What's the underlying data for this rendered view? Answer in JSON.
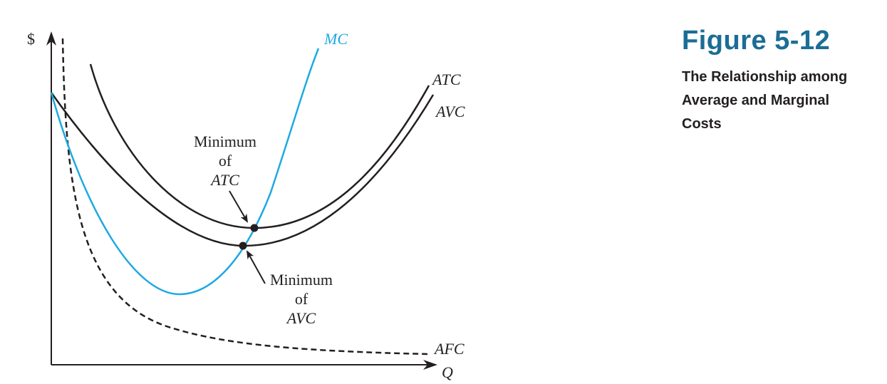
{
  "figure": {
    "number": "Figure 5-12",
    "caption": "The Relationship among Average and Marginal Costs"
  },
  "axes": {
    "y_label": "$",
    "x_label": "Q"
  },
  "curves": {
    "mc": "MC",
    "atc": "ATC",
    "avc": "AVC",
    "afc": "AFC"
  },
  "annotations": {
    "min_atc": {
      "line1": "Minimum",
      "line2": "of",
      "line3": "ATC"
    },
    "min_avc": {
      "line1": "Minimum",
      "line2": "of",
      "line3": "AVC"
    }
  },
  "colors": {
    "mc": "#1fa9e1",
    "curves": "#231f20",
    "title": "#1b6d95"
  }
}
